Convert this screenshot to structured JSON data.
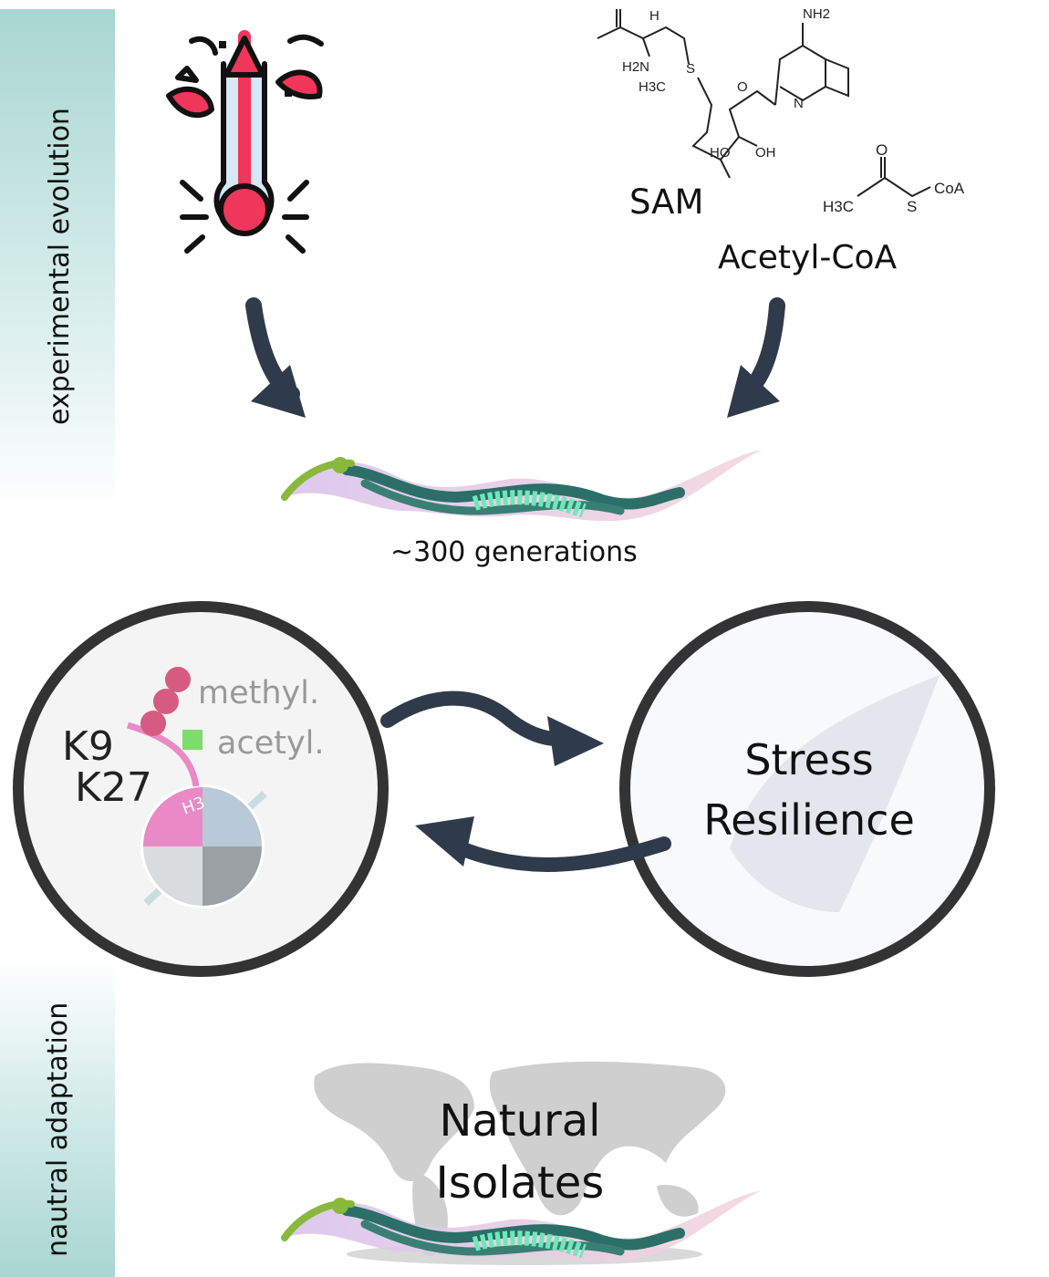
{
  "side_labels": {
    "top": "experimental evolution",
    "bottom": "nautral adaptation"
  },
  "molecules": {
    "sam": "SAM",
    "acetyl_coa": "Acetyl-CoA",
    "sam_atoms": {
      "nh2_top": "NH2",
      "h": "H",
      "h2n": "H2N",
      "s": "S",
      "h3c": "H3C",
      "ho": "HO",
      "oh": "OH",
      "o": "O",
      "n": "N"
    },
    "acoa_atoms": {
      "o": "O",
      "h3c": "H3C",
      "s": "S",
      "coa": "CoA"
    }
  },
  "worm_caption": "~300 generations",
  "histone": {
    "k9": "K9",
    "k27": "K27",
    "methyl": "methyl.",
    "acetyl": "acetyl.",
    "h3": "H3"
  },
  "stress_circle": {
    "line1": "Stress",
    "line2": "Resilience"
  },
  "natural_isolates": {
    "line1": "Natural",
    "line2": "Isolates"
  },
  "colors": {
    "arrow": "#2f3b4b",
    "circle_border": "#333333",
    "band": "#a9d6d2",
    "thermometer_red": "#f0365a",
    "histone_pink": "#e98ac7",
    "methyl_ball": "#d65b80",
    "acetyl_square": "#7edc6a",
    "worm_teal": "#2b6f68",
    "worm_lilac": "#c9a7e6",
    "worm_mint": "#6fe8b8"
  }
}
